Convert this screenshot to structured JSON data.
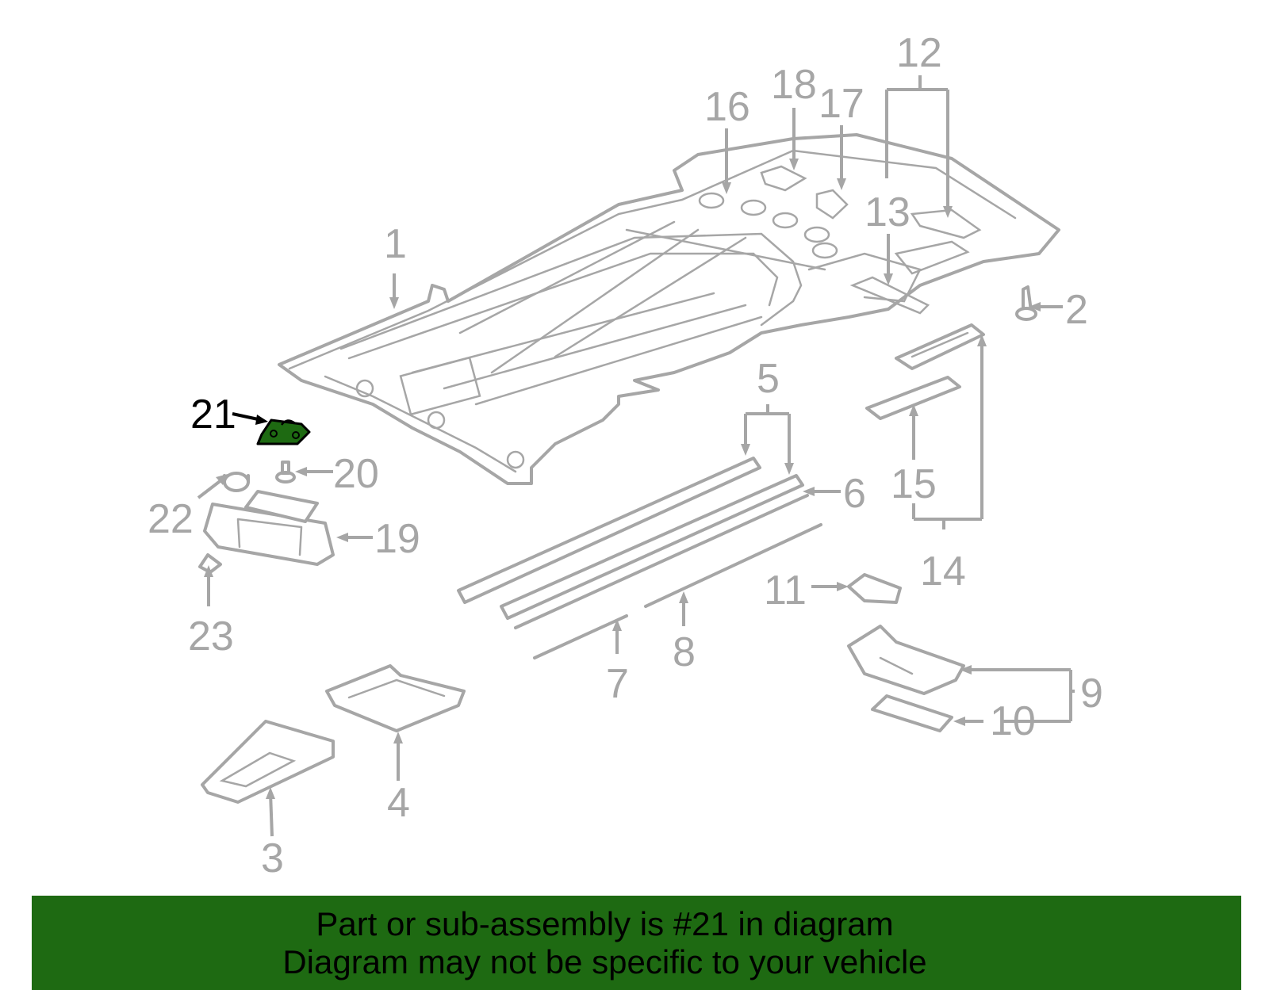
{
  "highlight_color": "#1e6a12",
  "callouts": {
    "c1": "1",
    "c2": "2",
    "c3": "3",
    "c4": "4",
    "c5": "5",
    "c6": "6",
    "c7": "7",
    "c8": "8",
    "c9": "9",
    "c10": "10",
    "c11": "11",
    "c12": "12",
    "c13": "13",
    "c14": "14",
    "c15": "15",
    "c16": "16",
    "c17": "17",
    "c18": "18",
    "c19": "19",
    "c20": "20",
    "c21": "21",
    "c22": "22",
    "c23": "23"
  },
  "banner": {
    "line1": "Part or sub-assembly is #21 in diagram",
    "line2": "Diagram may not be specific to your vehicle"
  }
}
